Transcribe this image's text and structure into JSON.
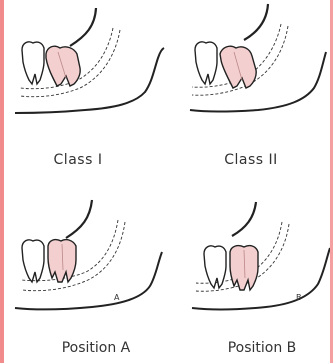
{
  "labels": {
    "class1": "Class I",
    "class2": "Class II",
    "position_a": "Position A",
    "position_b": "Position B",
    "marker_a": "A",
    "marker_b": "B"
  },
  "colors": {
    "outline": "#222222",
    "impacted_tooth_fill": "#f3cfcf",
    "molar_fill": "#ffffff",
    "border_accent": "#f28b8b"
  },
  "icons": [
    "second-molar-icon",
    "third-molar-icon",
    "ramus-line",
    "mandible-line",
    "dashed-border-lines"
  ]
}
